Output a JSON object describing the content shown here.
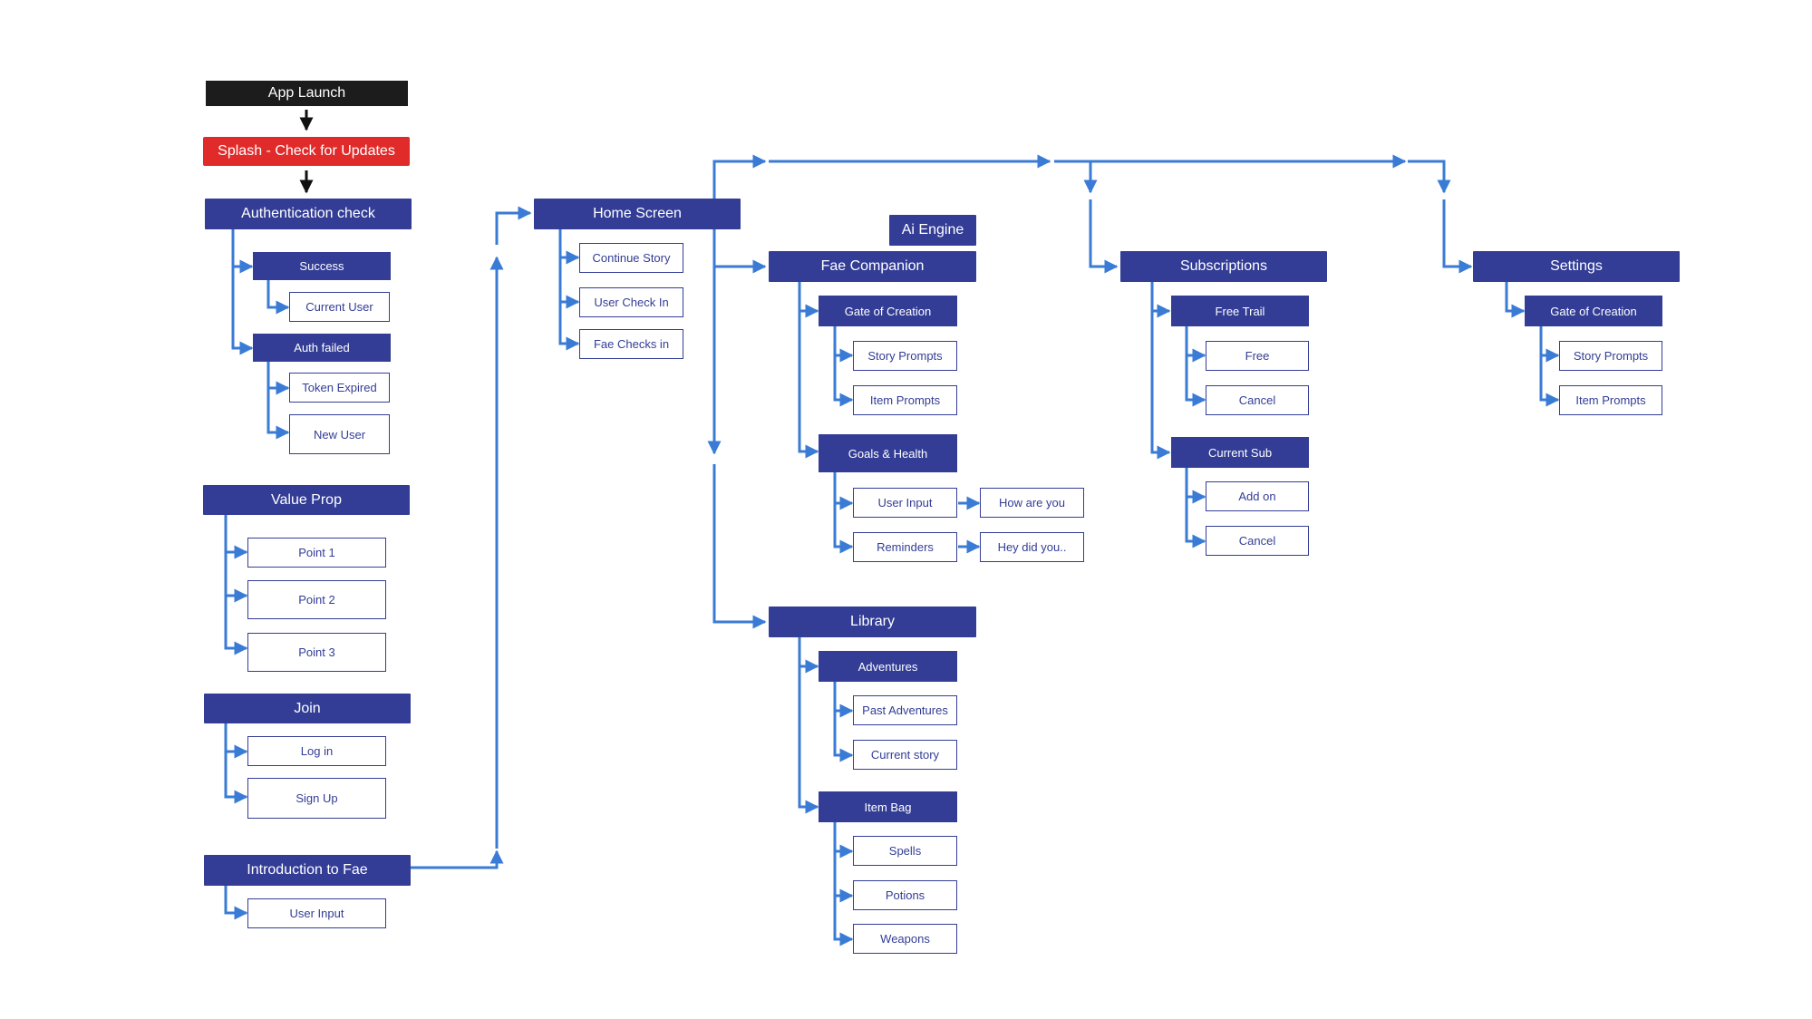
{
  "colors": {
    "navy": "#333d96",
    "wire": "#3a7bd5",
    "launch": "#1c1c1c",
    "splash": "#e12b2b"
  },
  "flow": {
    "app_launch": "App Launch",
    "splash": "Splash - Check for Updates",
    "auth_check": "Authentication check",
    "success": "Success",
    "current_user": "Current User",
    "auth_failed": "Auth failed",
    "token_expired": "Token Expired",
    "new_user": "New User",
    "value_prop": "Value Prop",
    "point1": "Point 1",
    "point2": "Point 2",
    "point3": "Point 3",
    "join": "Join",
    "log_in": "Log in",
    "sign_up": "Sign Up",
    "intro_fae": "Introduction to Fae",
    "intro_user_input": "User Input"
  },
  "home": {
    "title": "Home Screen",
    "continue_story": "Continue Story",
    "user_check_in": "User Check In",
    "fae_checks_in": "Fae Checks in"
  },
  "ai_engine": "Ai Engine",
  "fae_companion": {
    "title": "Fae Companion",
    "gate": "Gate of Creation",
    "story_prompts": "Story Prompts",
    "item_prompts": "Item Prompts",
    "goals": "Goals & Health",
    "user_input": "User Input",
    "how_are_you": "How are you",
    "reminders": "Reminders",
    "hey_did_you": "Hey did you.."
  },
  "library": {
    "title": "Library",
    "adventures": "Adventures",
    "past_adventures": "Past Adventures",
    "current_story": "Current story",
    "item_bag": "Item Bag",
    "spells": "Spells",
    "potions": "Potions",
    "weapons": "Weapons"
  },
  "subscriptions": {
    "title": "Subscriptions",
    "free_trail": "Free Trail",
    "free": "Free",
    "cancel1": "Cancel",
    "current_sub": "Current Sub",
    "add_on": "Add on",
    "cancel2": "Cancel"
  },
  "settings": {
    "title": "Settings",
    "gate": "Gate of Creation",
    "story_prompts": "Story Prompts",
    "item_prompts": "Item Prompts"
  }
}
